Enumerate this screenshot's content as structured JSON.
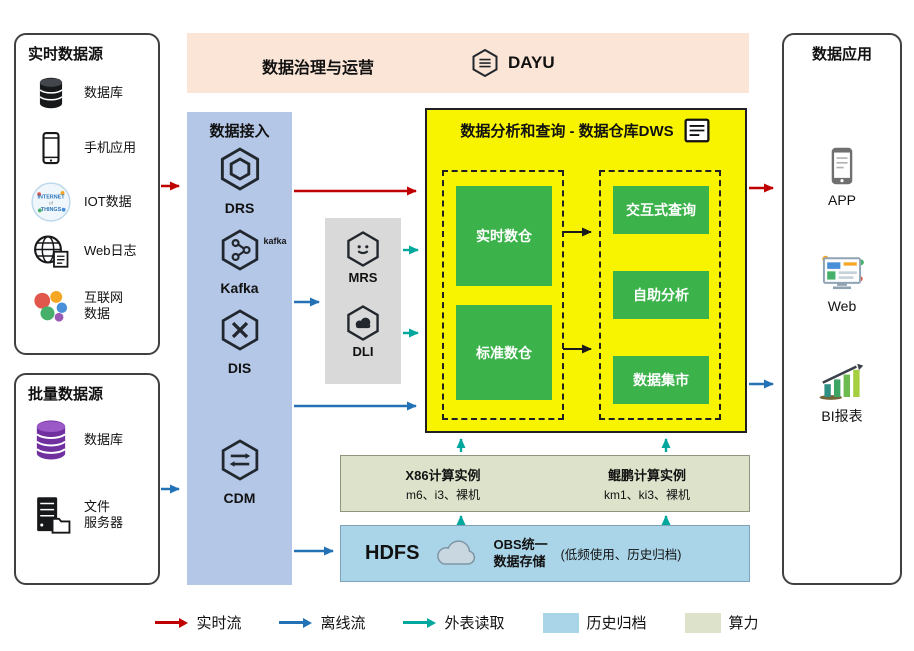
{
  "banner": {
    "title": "数据治理与运营",
    "logo_label": "DAYU"
  },
  "realtime_sources": {
    "title": "实时数据源",
    "iot_icon": {
      "line1": "INTERNET",
      "line2": "of",
      "line3": "THINGS"
    },
    "items": [
      {
        "label": "数据库"
      },
      {
        "label": "手机应用"
      },
      {
        "label": "IOT数据"
      },
      {
        "label": "Web日志"
      },
      {
        "label": "互联网\n数据"
      }
    ]
  },
  "batch_sources": {
    "title": "批量数据源",
    "items": [
      {
        "label": "数据库"
      },
      {
        "label": "文件\n服务器"
      }
    ]
  },
  "ingestion": {
    "title": "数据接入",
    "items": [
      {
        "label": "DRS"
      },
      {
        "label": "Kafka",
        "badge": "kafka"
      },
      {
        "label": "DIS"
      },
      {
        "label": "CDM"
      }
    ]
  },
  "processing": {
    "items": [
      {
        "label": "MRS"
      },
      {
        "label": "DLI"
      }
    ]
  },
  "dws": {
    "title": "数据分析和查询 - 数据仓库DWS",
    "warehouses": [
      {
        "label": "实时数仓"
      },
      {
        "label": "标准数仓"
      }
    ],
    "services": [
      {
        "label": "交互式查询"
      },
      {
        "label": "自助分析"
      },
      {
        "label": "数据集市"
      }
    ]
  },
  "compute": {
    "x86_title": "X86计算实例",
    "x86_models": "m6、i3、裸机",
    "kunpeng_title": "鲲鹏计算实例",
    "kunpeng_models": "km1、ki3、裸机"
  },
  "storage": {
    "hdfs_label": "HDFS",
    "obs_label": "OBS统一\n数据存储",
    "note": "(低频使用、历史归档)"
  },
  "applications": {
    "title": "数据应用",
    "items": [
      {
        "label": "APP"
      },
      {
        "label": "Web"
      },
      {
        "label": "BI报表"
      }
    ]
  },
  "legend": {
    "items": [
      {
        "label": "实时流",
        "kind": "arrow",
        "color": "#c00000"
      },
      {
        "label": "离线流",
        "kind": "arrow",
        "color": "#2272b5"
      },
      {
        "label": "外表读取",
        "kind": "arrow",
        "color": "#00a79c"
      },
      {
        "label": "历史归档",
        "kind": "swatch",
        "color": "#aad4e8"
      },
      {
        "label": "算力",
        "kind": "swatch",
        "color": "#dce3ca"
      }
    ]
  },
  "colors": {
    "banner_bg": "#fbe5d6",
    "ingestion_bg": "#b4c7e7",
    "processing_bg": "#d9d9d9",
    "dws_bg": "#f8f400",
    "green_box": "#3cb24b",
    "compute_bg": "#dce3ca",
    "storage_bg": "#aad4e8",
    "realtime_flow": "#c00000",
    "offline_flow": "#2272b5",
    "external_read": "#00a79c"
  }
}
